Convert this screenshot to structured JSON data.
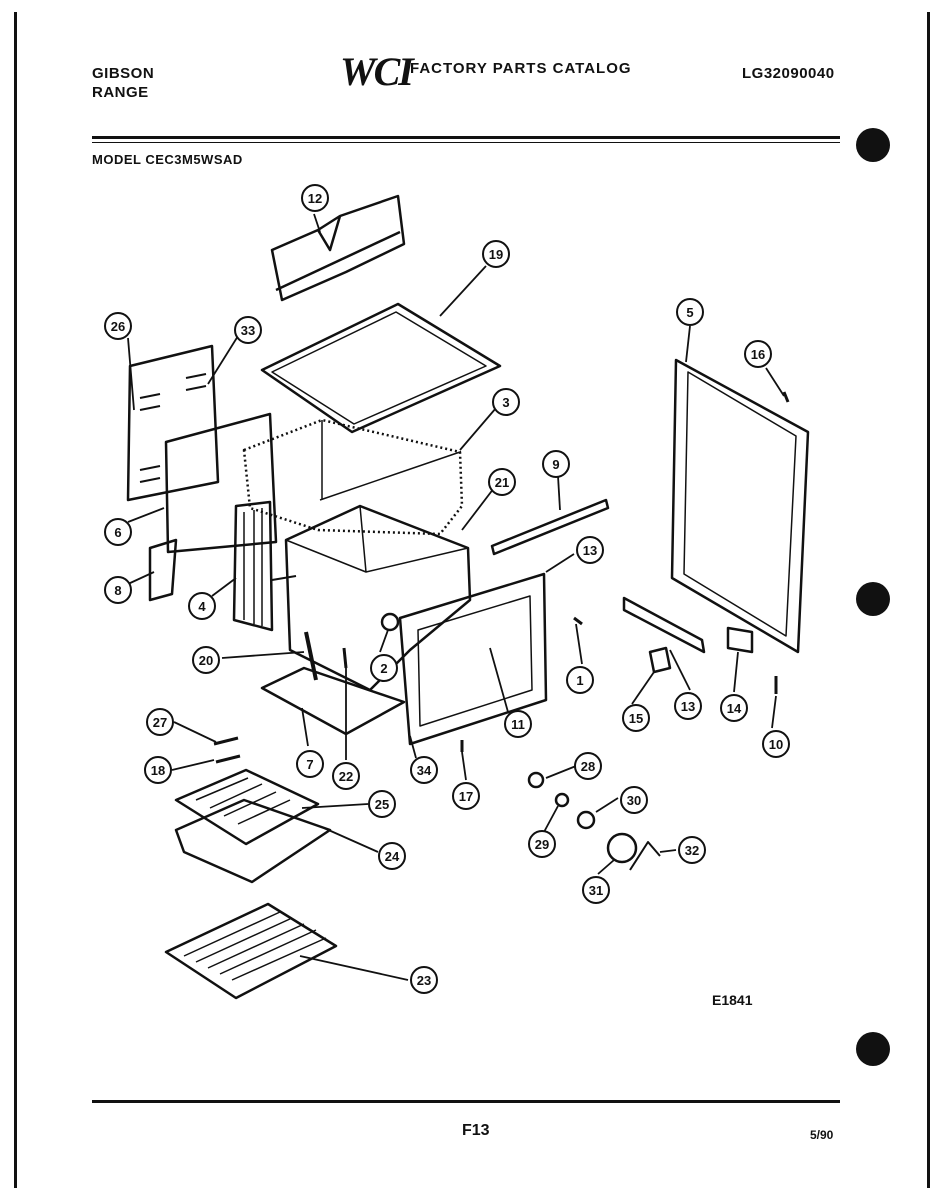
{
  "header": {
    "brand": "GIBSON",
    "product": "RANGE",
    "logo": "WCI",
    "catalog_title": "FACTORY PARTS CATALOG",
    "catalog_number": "LG32090040",
    "model": "MODEL CEC3M5WSAD"
  },
  "diagram": {
    "callouts": [
      {
        "id": "c12",
        "label": "12"
      },
      {
        "id": "c19",
        "label": "19"
      },
      {
        "id": "c26",
        "label": "26"
      },
      {
        "id": "c33",
        "label": "33"
      },
      {
        "id": "c5",
        "label": "5"
      },
      {
        "id": "c16",
        "label": "16"
      },
      {
        "id": "c3",
        "label": "3"
      },
      {
        "id": "c9",
        "label": "9"
      },
      {
        "id": "c21",
        "label": "21"
      },
      {
        "id": "c6",
        "label": "6"
      },
      {
        "id": "c8",
        "label": "8"
      },
      {
        "id": "c4",
        "label": "4"
      },
      {
        "id": "c13a",
        "label": "13"
      },
      {
        "id": "c1",
        "label": "1"
      },
      {
        "id": "c20",
        "label": "20"
      },
      {
        "id": "c2",
        "label": "2"
      },
      {
        "id": "c11",
        "label": "11"
      },
      {
        "id": "c15",
        "label": "15"
      },
      {
        "id": "c13b",
        "label": "13"
      },
      {
        "id": "c14",
        "label": "14"
      },
      {
        "id": "c10",
        "label": "10"
      },
      {
        "id": "c27",
        "label": "27"
      },
      {
        "id": "c18",
        "label": "18"
      },
      {
        "id": "c7",
        "label": "7"
      },
      {
        "id": "c22",
        "label": "22"
      },
      {
        "id": "c34",
        "label": "34"
      },
      {
        "id": "c17",
        "label": "17"
      },
      {
        "id": "c28",
        "label": "28"
      },
      {
        "id": "c25",
        "label": "25"
      },
      {
        "id": "c30",
        "label": "30"
      },
      {
        "id": "c29",
        "label": "29"
      },
      {
        "id": "c24",
        "label": "24"
      },
      {
        "id": "c32",
        "label": "32"
      },
      {
        "id": "c31",
        "label": "31"
      },
      {
        "id": "c23",
        "label": "23"
      }
    ],
    "figure_code": "E1841"
  },
  "footer": {
    "page": "F13",
    "date": "5/90"
  }
}
